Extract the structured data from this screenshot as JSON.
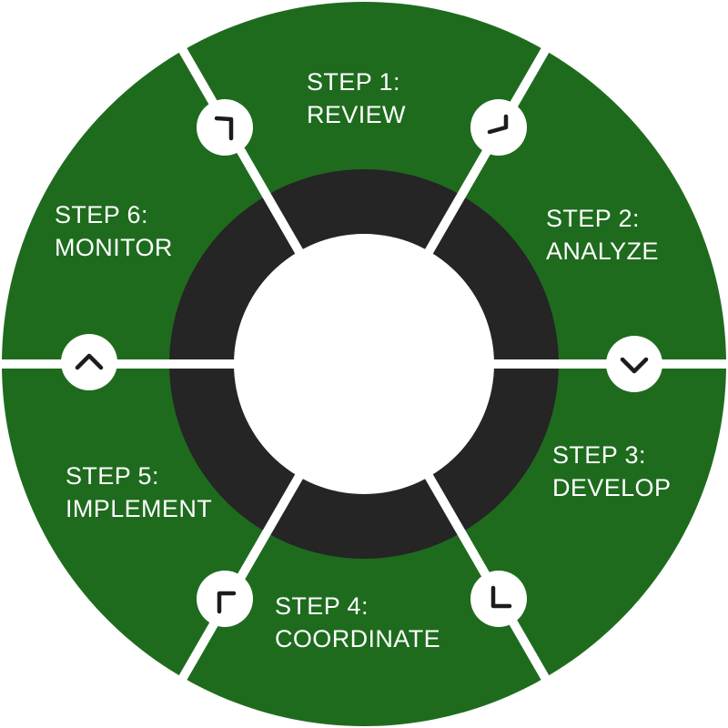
{
  "diagram": {
    "type": "cycle",
    "colors": {
      "segment_fill": "#1e6b1e",
      "inner_ring": "#252525",
      "center": "#ffffff",
      "divider": "#ffffff",
      "label_text": "#ffffff",
      "arrow_badge": "#ffffff",
      "arrow_icon": "#1c1c1c"
    },
    "steps": [
      {
        "line1": "STEP 1:",
        "line2": "REVIEW"
      },
      {
        "line1": "STEP 2:",
        "line2": "ANALYZE"
      },
      {
        "line1": "STEP 3:",
        "line2": "DEVELOP"
      },
      {
        "line1": "STEP 4:",
        "line2": "COORDINATE"
      },
      {
        "line1": "STEP 5:",
        "line2": "IMPLEMENT"
      },
      {
        "line1": "STEP 6:",
        "line2": "MONITOR"
      }
    ],
    "arrows": [
      {
        "icon": "chevron-down-left-icon"
      },
      {
        "icon": "chevron-down-icon"
      },
      {
        "icon": "chevron-up-left-icon"
      },
      {
        "icon": "chevron-up-right-icon"
      },
      {
        "icon": "chevron-up-icon"
      },
      {
        "icon": "chevron-down-right-icon"
      }
    ]
  }
}
